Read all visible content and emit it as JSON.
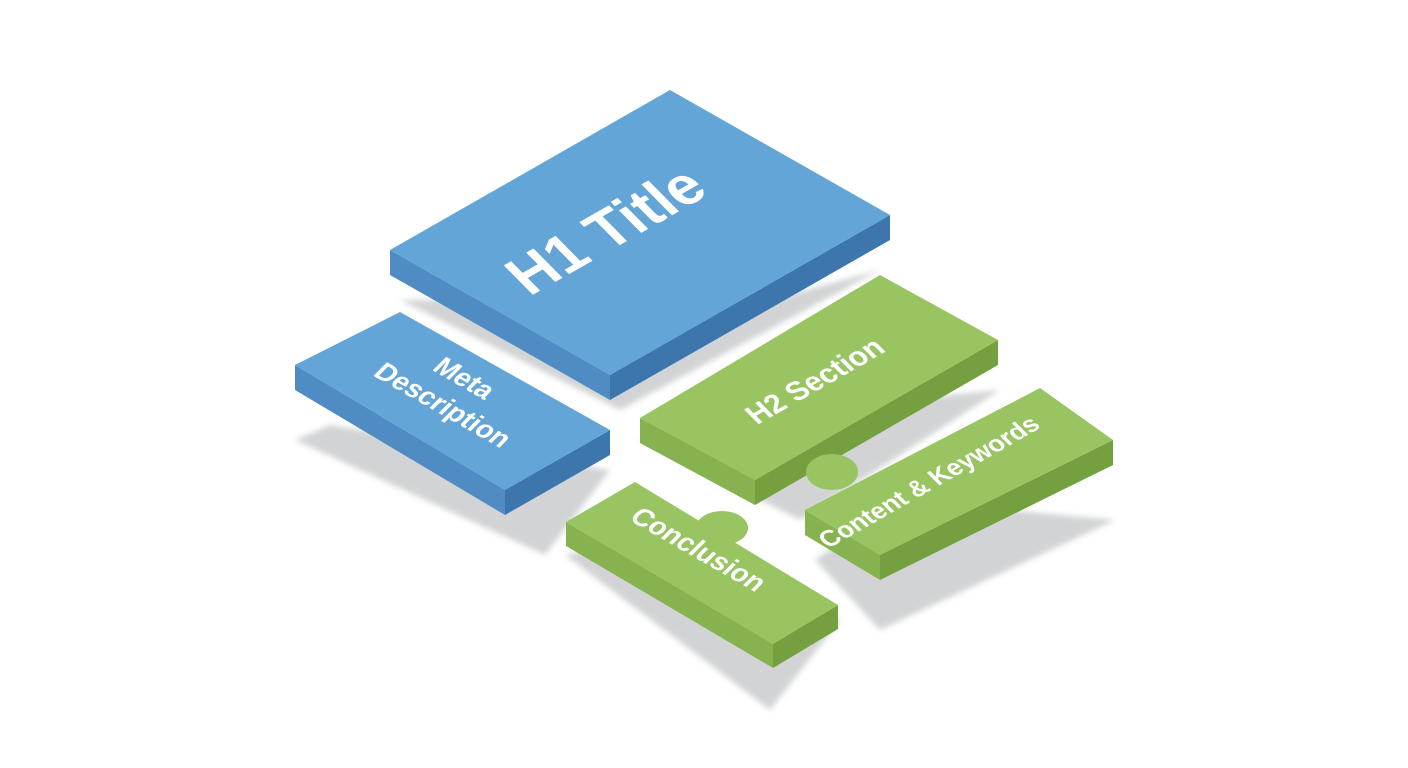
{
  "diagram": {
    "colors": {
      "blue_top": "#64a5d8",
      "blue_left": "#4f8cc3",
      "blue_right": "#3d76ad",
      "green_top": "#98c561",
      "green_left": "#86b34f",
      "green_right": "#74a03f",
      "shadow": "#c9ccce",
      "background": "#ffffff"
    },
    "blocks": [
      {
        "id": "h1",
        "label": "H1 Title",
        "color": "blue"
      },
      {
        "id": "meta",
        "label_lines": [
          "Meta",
          "Description"
        ],
        "color": "blue"
      },
      {
        "id": "h2",
        "label": "H2 Section",
        "color": "green"
      },
      {
        "id": "content",
        "label": "Content & Keywords",
        "color": "green"
      },
      {
        "id": "conclusion",
        "label": "Conclusion",
        "color": "green"
      }
    ]
  }
}
